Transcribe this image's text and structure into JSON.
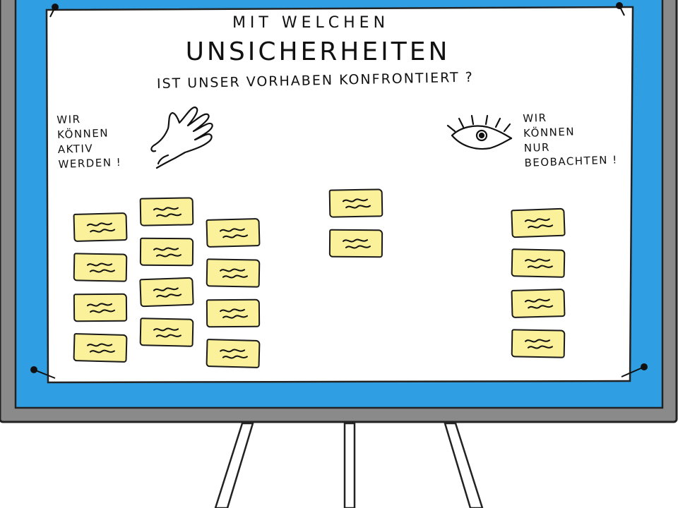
{
  "title": {
    "line1": "MIT  WELCHEN",
    "line2": "UNSICHERHEITEN",
    "line3": "IST UNSER VORHABEN KONFRONTIERT ?"
  },
  "left_note": {
    "lines": [
      "WIR",
      "KÖNNEN",
      "AKTIV",
      "WERDEN !"
    ],
    "icon": "hand-icon"
  },
  "right_note": {
    "lines": [
      "WIR",
      "KÖNNEN",
      "NUR",
      "BEOBACHTEN !"
    ],
    "icon": "eye-icon"
  },
  "sticky_columns": [
    {
      "name": "column-1",
      "count": 4
    },
    {
      "name": "column-2",
      "count": 4
    },
    {
      "name": "column-3",
      "count": 4
    },
    {
      "name": "column-middle",
      "count": 2
    },
    {
      "name": "column-right",
      "count": 4
    }
  ],
  "colors": {
    "frame_blue": "#2f9ee3",
    "frame_grey": "#8a8a8a",
    "paper": "#ffffff",
    "sticky_yellow": "#fbf19a",
    "ink": "#111111"
  }
}
